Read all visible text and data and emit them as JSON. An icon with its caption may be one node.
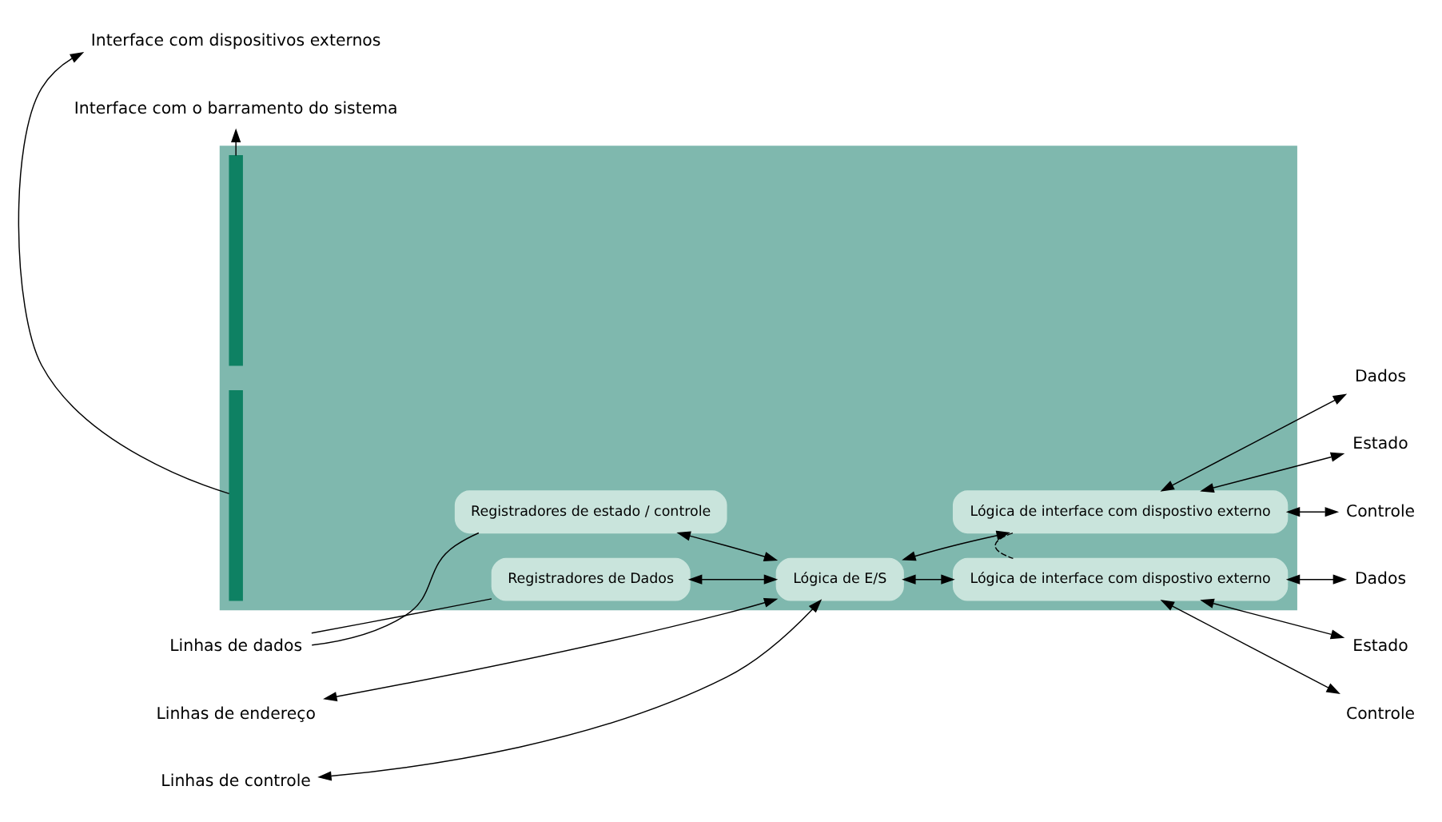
{
  "diagram": {
    "nodes": [
      {
        "text": [],
        "shape": "box"
      },
      {
        "text": [
          "Registradores de Dados"
        ],
        "in": 0
      },
      {
        "text": [
          "Registradores de estado / controle"
        ],
        "in": 0
      },
      {
        "text": [
          "Lógica de E/S"
        ],
        "in": 0
      },
      {
        "text": [
          "Lógica de interface com dispostivo externo"
        ],
        "in": 0
      },
      {
        "text": [
          "Lógica de interface com dispostivo externo"
        ],
        "in": 0
      },
      {
        "text": [
          "Interface com o barramento do sistema"
        ]
      },
      {
        "text": [
          "Interface com dispositivos externos"
        ]
      },
      {
        "text": [],
        "shape": "bar",
        "in": 0
      },
      {
        "text": [],
        "shape": "bar",
        "in": 0
      },
      {
        "text": [
          "Linhas de dados"
        ]
      },
      {
        "text": [
          "Linhas de endereço"
        ]
      },
      {
        "text": [
          "Linhas de controle"
        ]
      },
      {
        "text": [
          "Dados"
        ]
      },
      {
        "text": [
          "Estado"
        ]
      },
      {
        "text": [
          "Controle"
        ]
      },
      {
        "text": [
          "Dados"
        ]
      },
      {
        "text": [
          "Estado"
        ]
      },
      {
        "text": [
          "Controle"
        ]
      }
    ],
    "edges": [
      {
        "from": 8,
        "to": 6,
        "arrow": "to"
      },
      {
        "from": 9,
        "to": 7,
        "arrow": "to"
      },
      {
        "from": 10,
        "to": 1,
        "arrow": "none"
      },
      {
        "from": 10,
        "to": 2,
        "arrow": "none"
      },
      {
        "from": 1,
        "to": 3,
        "arrow": "both"
      },
      {
        "from": 2,
        "to": 3,
        "arrow": "both"
      },
      {
        "from": 11,
        "to": 3,
        "arrow": "both"
      },
      {
        "from": 12,
        "to": 3,
        "arrow": "both"
      },
      {
        "from": 3,
        "to": 4,
        "arrow": "both"
      },
      {
        "from": 3,
        "to": 5,
        "arrow": "both"
      },
      {
        "from": 4,
        "to": 5,
        "arrow": "none",
        "style": "dashed"
      },
      {
        "from": 4,
        "to": 13,
        "arrow": "both"
      },
      {
        "from": 4,
        "to": 14,
        "arrow": "both"
      },
      {
        "from": 4,
        "to": 15,
        "arrow": "both"
      },
      {
        "from": 5,
        "to": 16,
        "arrow": "both"
      },
      {
        "from": 5,
        "to": 17,
        "arrow": "both"
      },
      {
        "from": 5,
        "to": 18,
        "arrow": "both"
      }
    ]
  }
}
